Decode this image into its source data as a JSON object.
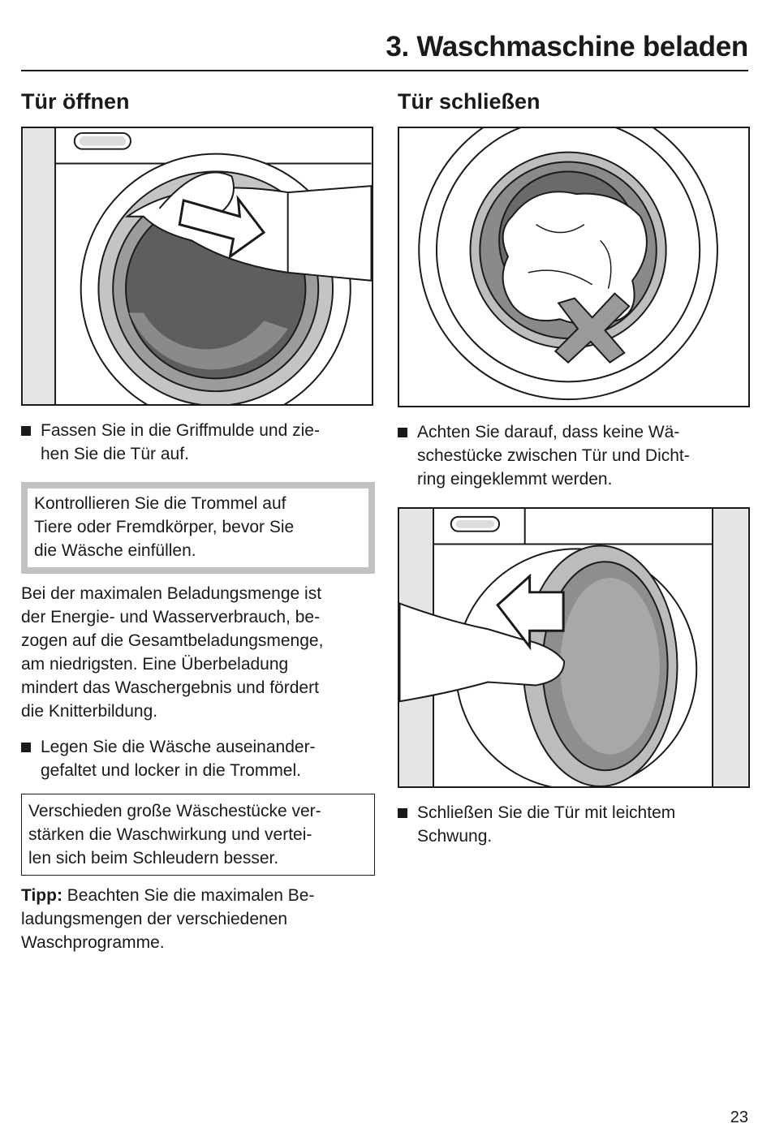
{
  "header": {
    "title": "3. Waschmaschine beladen"
  },
  "left": {
    "heading": "Tür öffnen",
    "bullet1": "Fassen Sie in die Griffmulde und zie-\nhen Sie die Tür auf.",
    "notice1": "Kontrollieren Sie die Trommel auf\nTiere oder Fremdkörper, bevor Sie\ndie Wäsche einfüllen.",
    "paragraph": "Bei der maximalen Beladungsmenge ist\nder Energie- und Wasserverbrauch, be-\nzogen auf die Gesamtbeladungsmenge,\nam niedrigsten. Eine Überbeladung\nmindert das Waschergebnis und fördert\ndie Knitterbildung.",
    "bullet2": "Legen Sie die Wäsche auseinander-\ngefaltet und locker in die Trommel.",
    "notice2": "Verschieden große Wäschestücke ver-\nstärken die Waschwirkung und vertei-\nlen sich beim Schleudern besser.",
    "tip_label": "Tipp:",
    "tip_text": " Beachten Sie die maximalen Be-\nladungsmengen der verschiedenen\nWaschprogramme."
  },
  "right": {
    "heading": "Tür schließen",
    "bullet1": "Achten Sie darauf, dass keine Wä-\nschestücke zwischen Tür und Dicht-\nring eingeklemmt werden.",
    "bullet2": "Schließen Sie die Tür mit leichtem\nSchwung."
  },
  "footer": {
    "page_number": "23"
  }
}
